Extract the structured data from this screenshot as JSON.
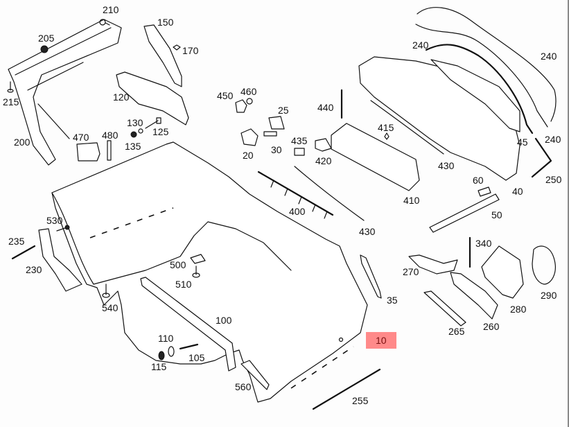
{
  "diagram": {
    "title": "Rear bumper exploded parts diagram",
    "highlight_color": "#ff8a8a",
    "selected_part": "10",
    "labels": [
      {
        "id": "210",
        "text": "210"
      },
      {
        "id": "150",
        "text": "150"
      },
      {
        "id": "205",
        "text": "205"
      },
      {
        "id": "170",
        "text": "170"
      },
      {
        "id": "215",
        "text": "215"
      },
      {
        "id": "120",
        "text": "120"
      },
      {
        "id": "130",
        "text": "130"
      },
      {
        "id": "125",
        "text": "125"
      },
      {
        "id": "135",
        "text": "135"
      },
      {
        "id": "200",
        "text": "200"
      },
      {
        "id": "470",
        "text": "470"
      },
      {
        "id": "480",
        "text": "480"
      },
      {
        "id": "450",
        "text": "450"
      },
      {
        "id": "460",
        "text": "460"
      },
      {
        "id": "25",
        "text": "25"
      },
      {
        "id": "20",
        "text": "20"
      },
      {
        "id": "30",
        "text": "30"
      },
      {
        "id": "435",
        "text": "435"
      },
      {
        "id": "420",
        "text": "420"
      },
      {
        "id": "440",
        "text": "440"
      },
      {
        "id": "415",
        "text": "415"
      },
      {
        "id": "410",
        "text": "410"
      },
      {
        "id": "400",
        "text": "400"
      },
      {
        "id": "430a",
        "text": "430"
      },
      {
        "id": "430b",
        "text": "430"
      },
      {
        "id": "240a",
        "text": "240"
      },
      {
        "id": "240b",
        "text": "240"
      },
      {
        "id": "240c",
        "text": "240"
      },
      {
        "id": "45",
        "text": "45"
      },
      {
        "id": "250",
        "text": "250"
      },
      {
        "id": "40",
        "text": "40"
      },
      {
        "id": "60",
        "text": "60"
      },
      {
        "id": "50",
        "text": "50"
      },
      {
        "id": "530",
        "text": "530"
      },
      {
        "id": "235",
        "text": "235"
      },
      {
        "id": "230",
        "text": "230"
      },
      {
        "id": "540",
        "text": "540"
      },
      {
        "id": "500",
        "text": "500"
      },
      {
        "id": "510",
        "text": "510"
      },
      {
        "id": "100",
        "text": "100"
      },
      {
        "id": "110",
        "text": "110"
      },
      {
        "id": "105",
        "text": "105"
      },
      {
        "id": "115",
        "text": "115"
      },
      {
        "id": "560",
        "text": "560"
      },
      {
        "id": "255",
        "text": "255"
      },
      {
        "id": "35",
        "text": "35"
      },
      {
        "id": "10",
        "text": "10"
      },
      {
        "id": "340",
        "text": "340"
      },
      {
        "id": "270",
        "text": "270"
      },
      {
        "id": "280",
        "text": "280"
      },
      {
        "id": "290",
        "text": "290"
      },
      {
        "id": "265",
        "text": "265"
      },
      {
        "id": "260",
        "text": "260"
      }
    ]
  }
}
